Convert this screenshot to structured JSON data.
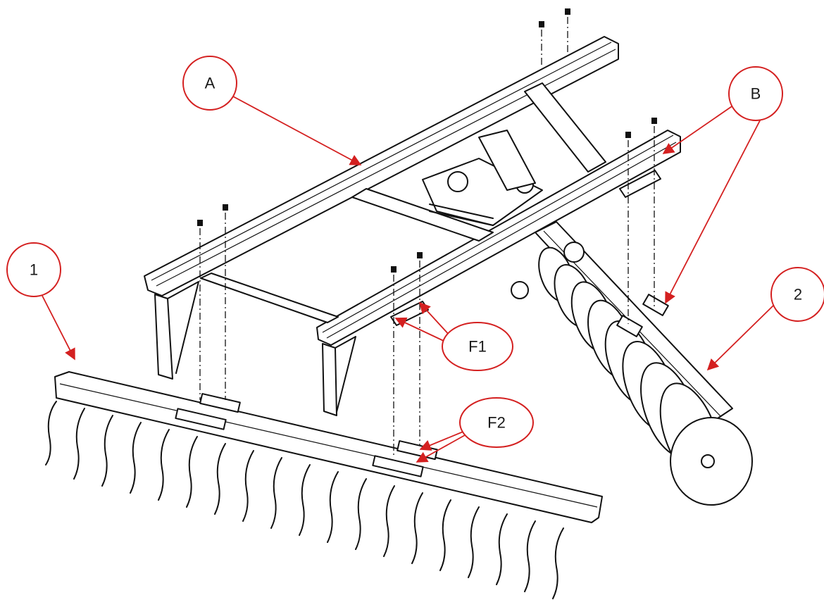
{
  "callout_color": "#d42020",
  "callouts": [
    {
      "id": "A",
      "label": "A"
    },
    {
      "id": "B",
      "label": "B"
    },
    {
      "id": "1",
      "label": "1"
    },
    {
      "id": "2",
      "label": "2"
    },
    {
      "id": "F1",
      "label": "F1"
    },
    {
      "id": "F2",
      "label": "F2"
    }
  ]
}
